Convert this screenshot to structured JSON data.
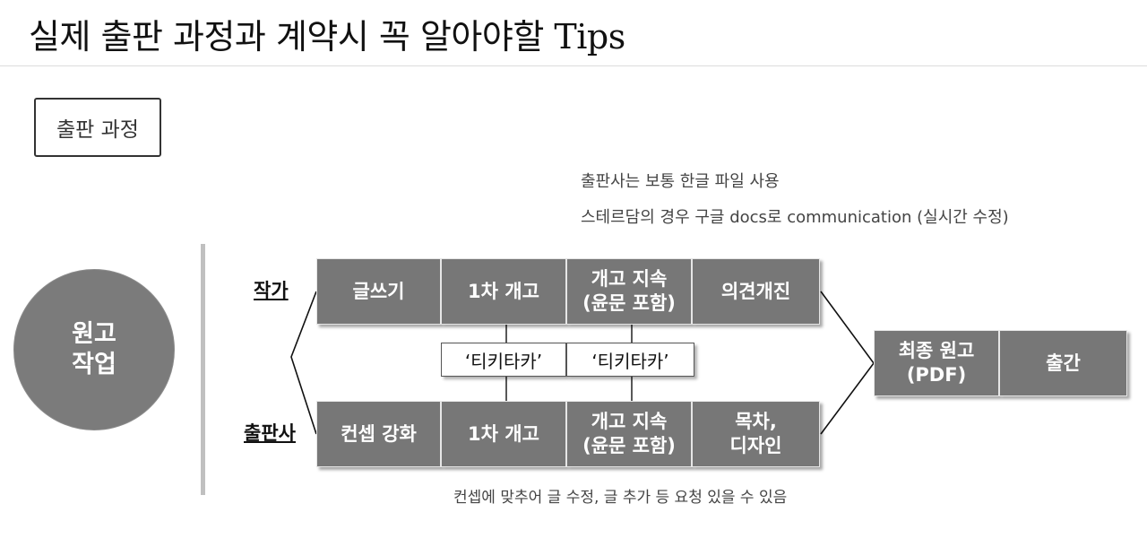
{
  "title": "실제 출판 과정과 계약시 꼭 알아야할 Tips",
  "section_tag": "출판 과정",
  "notes": {
    "publisher_tool": "출판사는 보통 한글 파일 사용",
    "steradam": "스테르담의 경우 구글 docs로 communication (실시간 수정)",
    "concept_fit": "컨셉에 맞추어 글 수정, 글 추가 등 요청 있을 수 있음"
  },
  "manuscript_circle": "원고\n작업",
  "author_row": {
    "label": "작가",
    "steps": [
      "글쓰기",
      "1차 개고",
      "개고 지속\n(윤문 포함)",
      "의견개진"
    ]
  },
  "publisher_row": {
    "label": "출판사",
    "steps": [
      "컨셉 강화",
      "1차 개고",
      "개고 지속\n(윤문 포함)",
      "목차,\n디자인"
    ]
  },
  "tiki_taka": [
    "‘티키타카’",
    "‘티키타카’"
  ],
  "final_steps": [
    "최종 원고\n(PDF)",
    "출간"
  ]
}
